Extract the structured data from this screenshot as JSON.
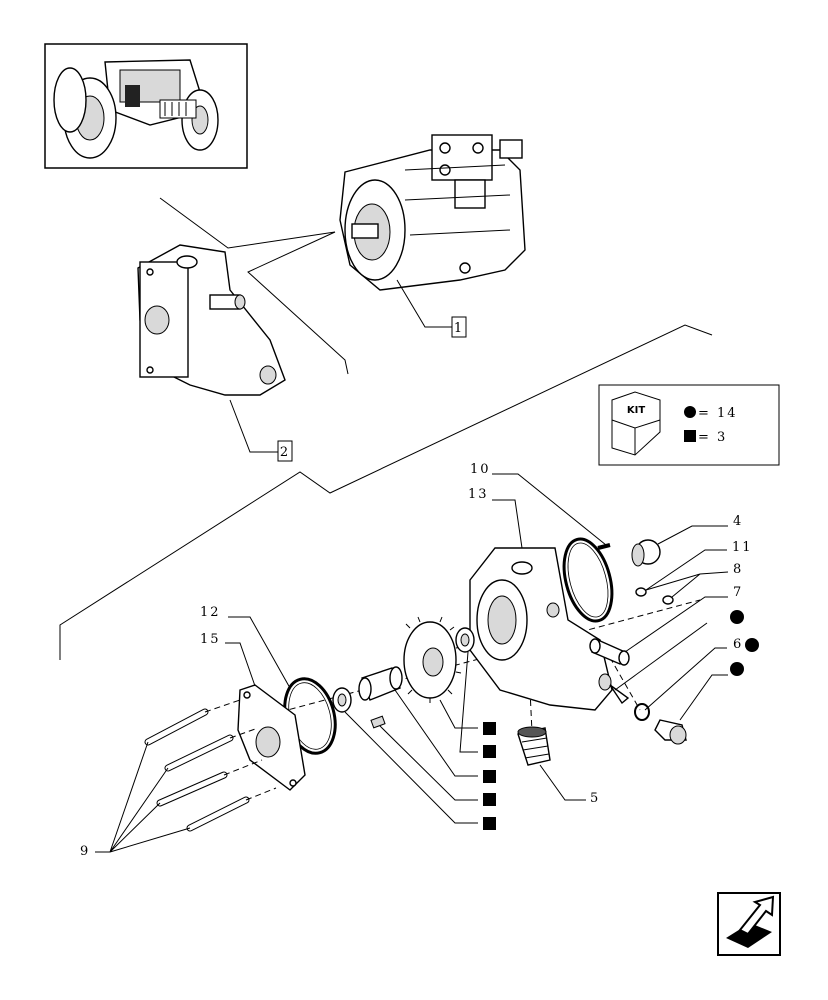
{
  "callouts": {
    "assembly_1": "1",
    "assembly_2": "2",
    "p4": "4",
    "p5": "5",
    "p6": "6",
    "p7": "7",
    "p8": "8",
    "p9": "9",
    "p10": "10",
    "p11": "11",
    "p12": "12",
    "p13": "13",
    "p15": "15"
  },
  "kit_legend": {
    "kit_label": "KIT",
    "circle_count": "= 14",
    "square_count": "= 3"
  },
  "colors": {
    "line": "#000000",
    "background": "#ffffff",
    "marker": "#000000"
  },
  "icons": {
    "tractor_thumbnail": "tractor-icon",
    "next_page": "next-page-arrow-icon",
    "kit_box": "kit-box-icon"
  }
}
